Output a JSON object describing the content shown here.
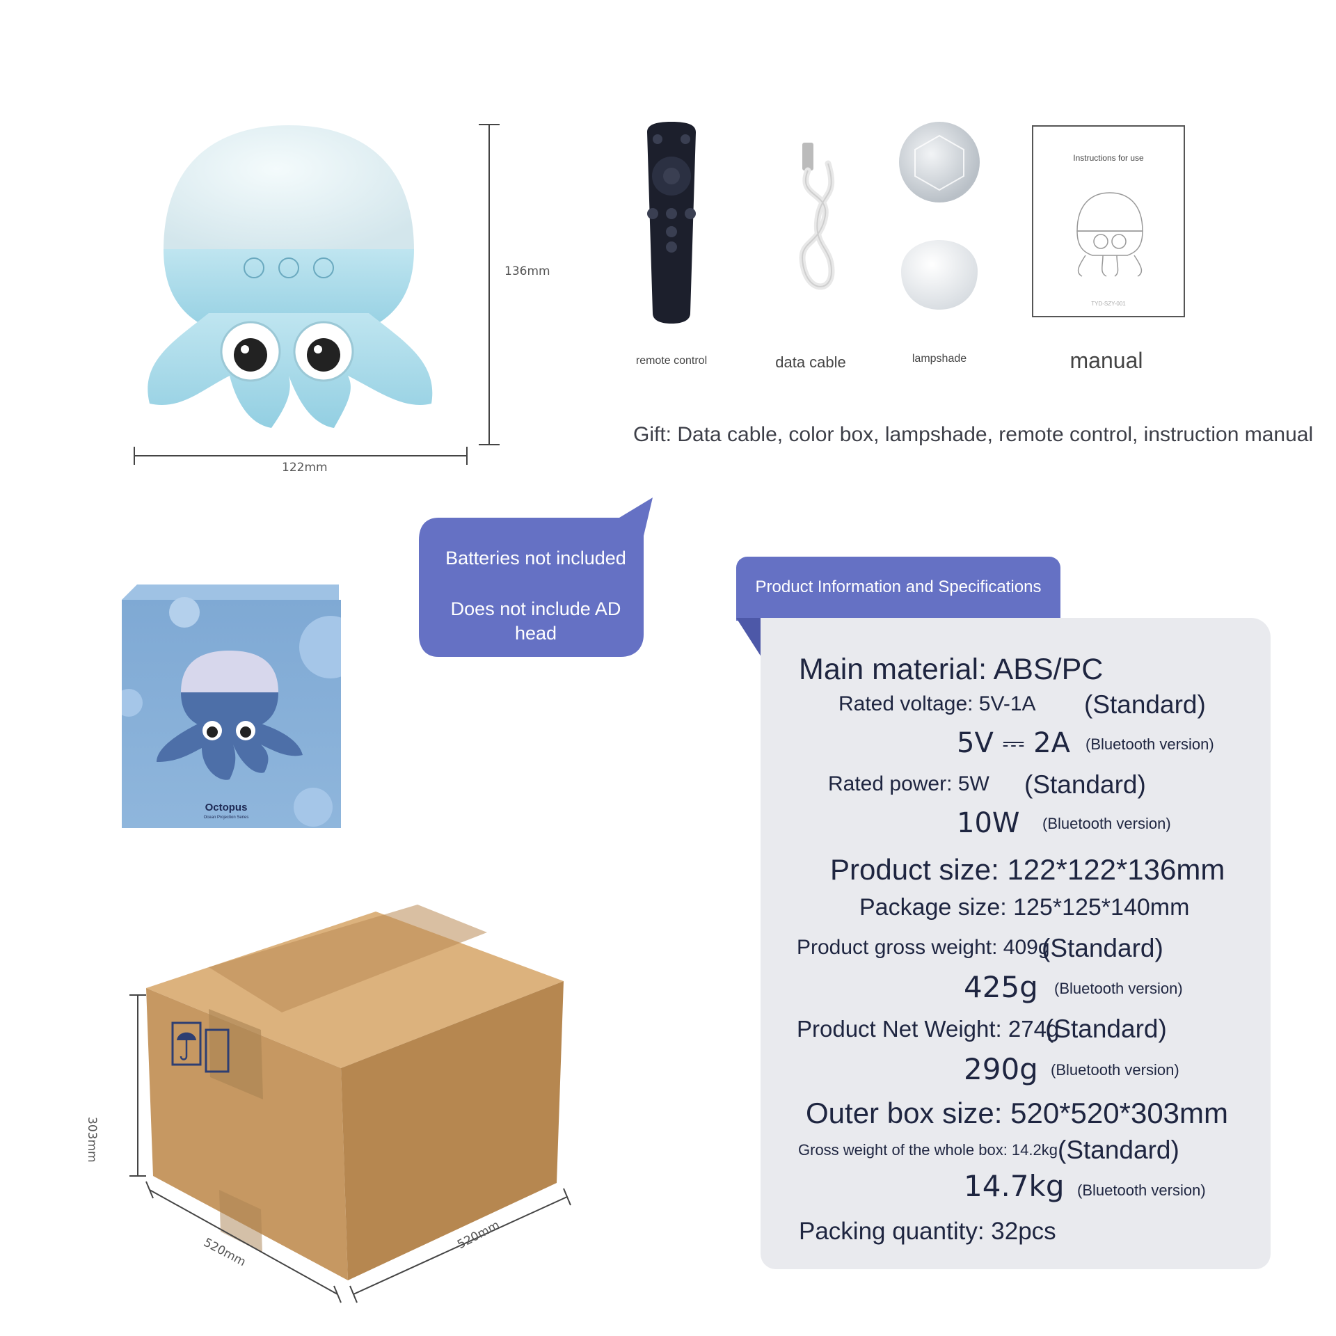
{
  "product": {
    "width_label": "122mm",
    "height_label": "136mm"
  },
  "accessories": {
    "remote_label": "remote control",
    "cable_label": "data cable",
    "lampshade_label": "lampshade",
    "manual_label": "manual",
    "manual_cover_title": "Instructions for use",
    "manual_model": "TYD-SZY-001"
  },
  "gift_text": "Gift: Data cable, color box, lampshade, remote control, instruction manual",
  "bubble": {
    "line1": "Batteries not included",
    "line2": "Does not include AD head"
  },
  "color_box": {
    "brand": "Octopus",
    "tagline": "Ocean Projection Series"
  },
  "carton": {
    "height_label": "303mm",
    "length_label": "520mm",
    "width_label": "520mm"
  },
  "specs": {
    "header": "Product Information and Specifications",
    "main_material": "Main material: ABS/PC",
    "rated_voltage": "Rated voltage: 5V-1A",
    "rated_voltage_std": "(Standard)",
    "rated_voltage_bt": "5V ⎓ 2A",
    "rated_voltage_bt_tag": "(Bluetooth version)",
    "rated_power": "Rated power: 5W",
    "rated_power_std": "(Standard)",
    "rated_power_bt": "10W",
    "rated_power_bt_tag": "(Bluetooth version)",
    "product_size": "Product size: 122*122*136mm",
    "package_size": "Package size: 125*125*140mm",
    "gross_weight": "Product gross weight: 409g",
    "gross_weight_std": "(Standard)",
    "gross_weight_bt": "425g",
    "gross_weight_bt_tag": "(Bluetooth version)",
    "net_weight": "Product Net Weight: 274g",
    "net_weight_std": "(Standard)",
    "net_weight_bt": "290g",
    "net_weight_bt_tag": "(Bluetooth version)",
    "outer_box": "Outer box size: 520*520*303mm",
    "box_gross": "Gross weight of the whole box: 14.2kg",
    "box_gross_std": "(Standard)",
    "box_gross_bt": "14.7kg",
    "box_gross_bt_tag": "(Bluetooth version)",
    "packing_qty": "Packing quantity: 32pcs"
  },
  "colors": {
    "accent": "#6571c4",
    "panel": "#e9eaee",
    "navy_text": "#1e2540",
    "lamp_blue": "#a9d9e8",
    "carton": "#c89e6a"
  }
}
